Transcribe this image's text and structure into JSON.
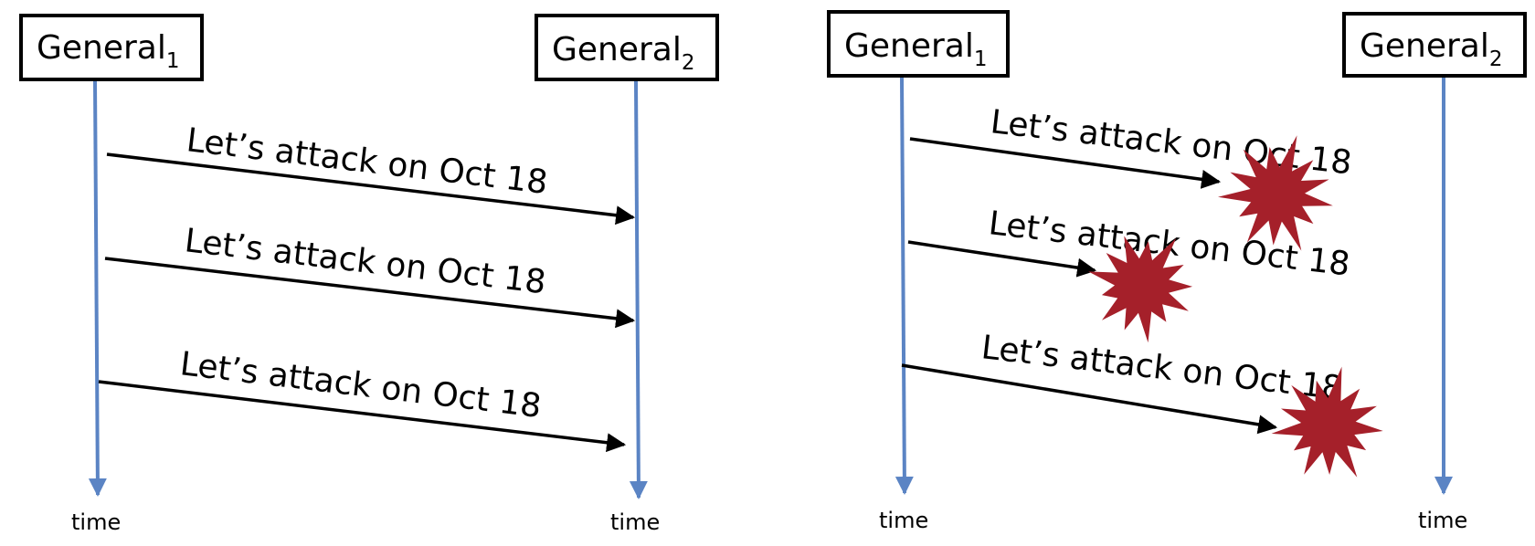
{
  "left_panel": {
    "general_1": {
      "name": "General",
      "subscript": "1"
    },
    "general_2": {
      "name": "General",
      "subscript": "2"
    },
    "time_label_1": "time",
    "time_label_2": "time",
    "messages": [
      {
        "text": "Let’s attack on Oct 18",
        "delivered": true
      },
      {
        "text": "Let’s attack on Oct 18",
        "delivered": true
      },
      {
        "text": "Let’s attack on Oct 18",
        "delivered": true
      }
    ]
  },
  "right_panel": {
    "general_1": {
      "name": "General",
      "subscript": "1"
    },
    "general_2": {
      "name": "General",
      "subscript": "2"
    },
    "time_label_1": "time",
    "time_label_2": "time",
    "messages": [
      {
        "text": "Let’s attack on Oct 18",
        "delivered": false
      },
      {
        "text": "Let’s attack on Oct 18",
        "delivered": false
      },
      {
        "text": "Let’s attack on Oct 18",
        "delivered": false
      }
    ]
  },
  "colors": {
    "timeline": "#5b84c4",
    "arrow": "#000000",
    "explosion": "#a5202a",
    "box_border": "#000000"
  },
  "icons": {
    "lost_message": "explosion-burst-icon"
  }
}
